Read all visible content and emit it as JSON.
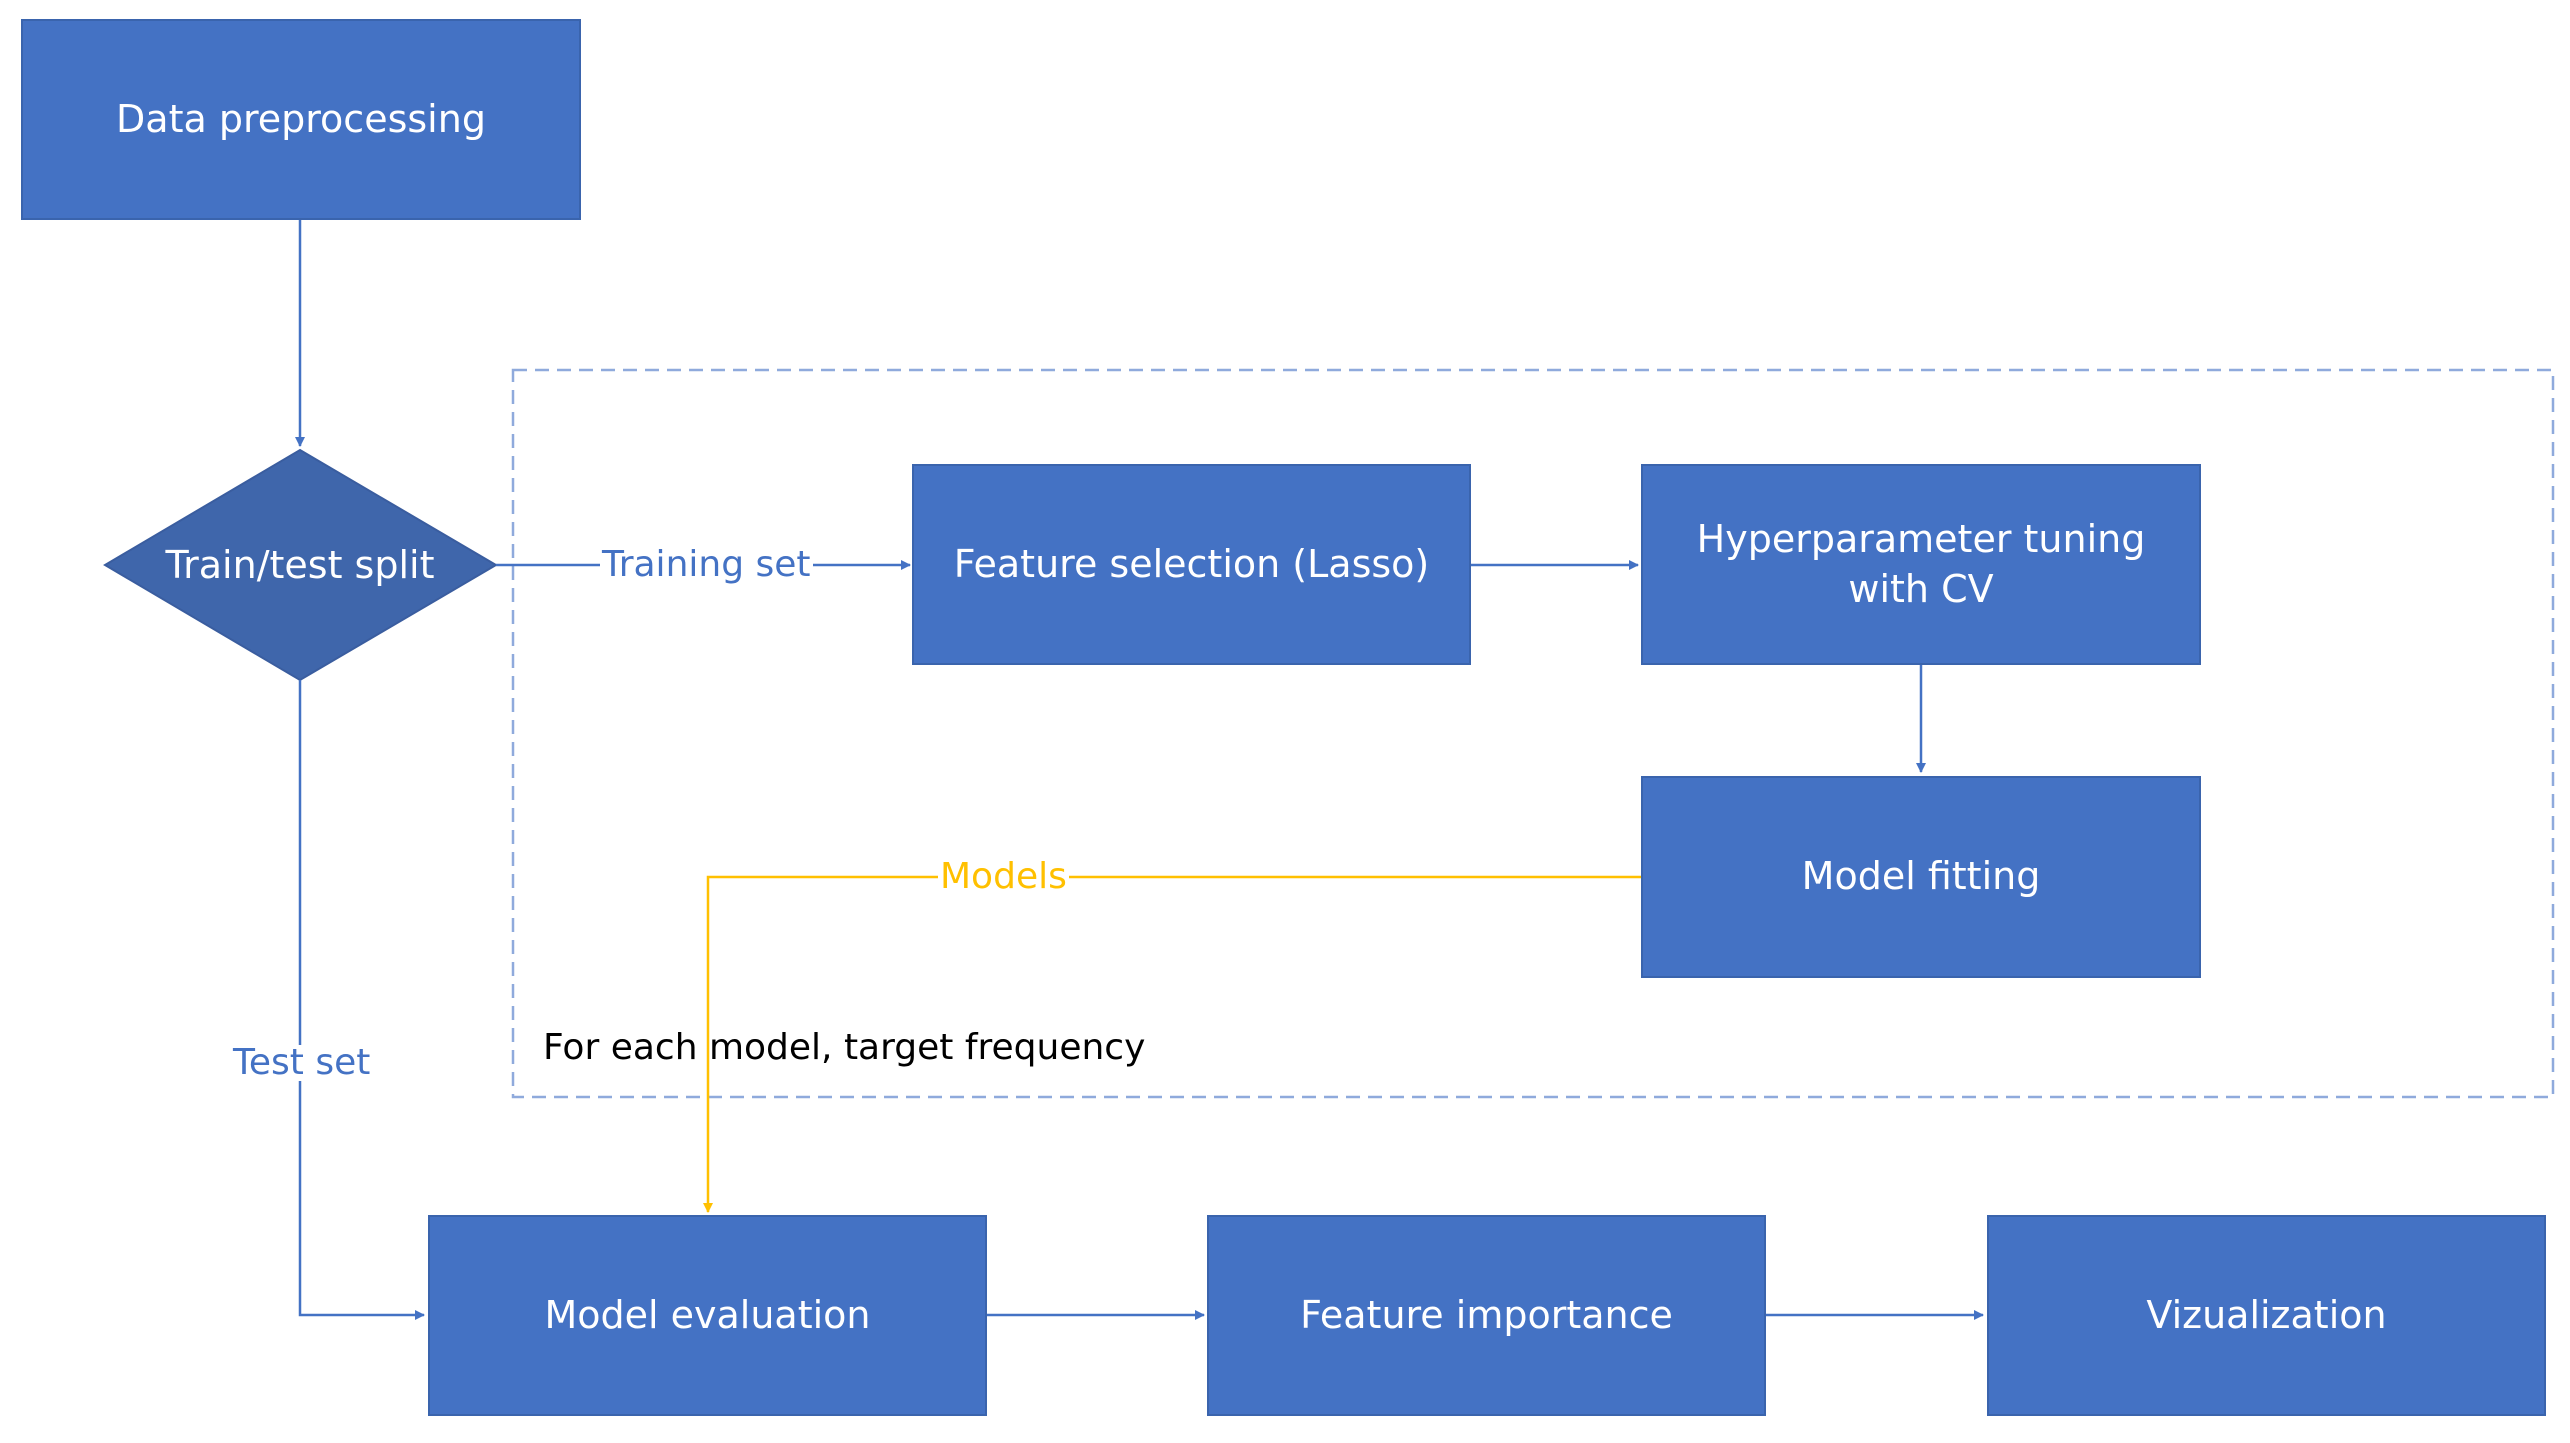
{
  "nodes": {
    "data_preprocessing": "Data preprocessing",
    "train_test_split": "Train/test split",
    "feature_selection": "Feature selection (Lasso)",
    "hyperparameter_tuning": "Hyperparameter tuning with CV",
    "model_fitting": "Model fitting",
    "model_evaluation": "Model evaluation",
    "feature_importance": "Feature importance",
    "vizualization": "Vizualization"
  },
  "edge_labels": {
    "training_set": "Training set",
    "test_set": "Test set",
    "models": "Models"
  },
  "group": {
    "caption": "For each model, target frequency"
  },
  "colors": {
    "box_fill": "#4472C4",
    "decision_fill": "#3F66AB",
    "connector": "#4472C4",
    "models_connector": "#FFC000",
    "group_border": "#8FAADC"
  }
}
